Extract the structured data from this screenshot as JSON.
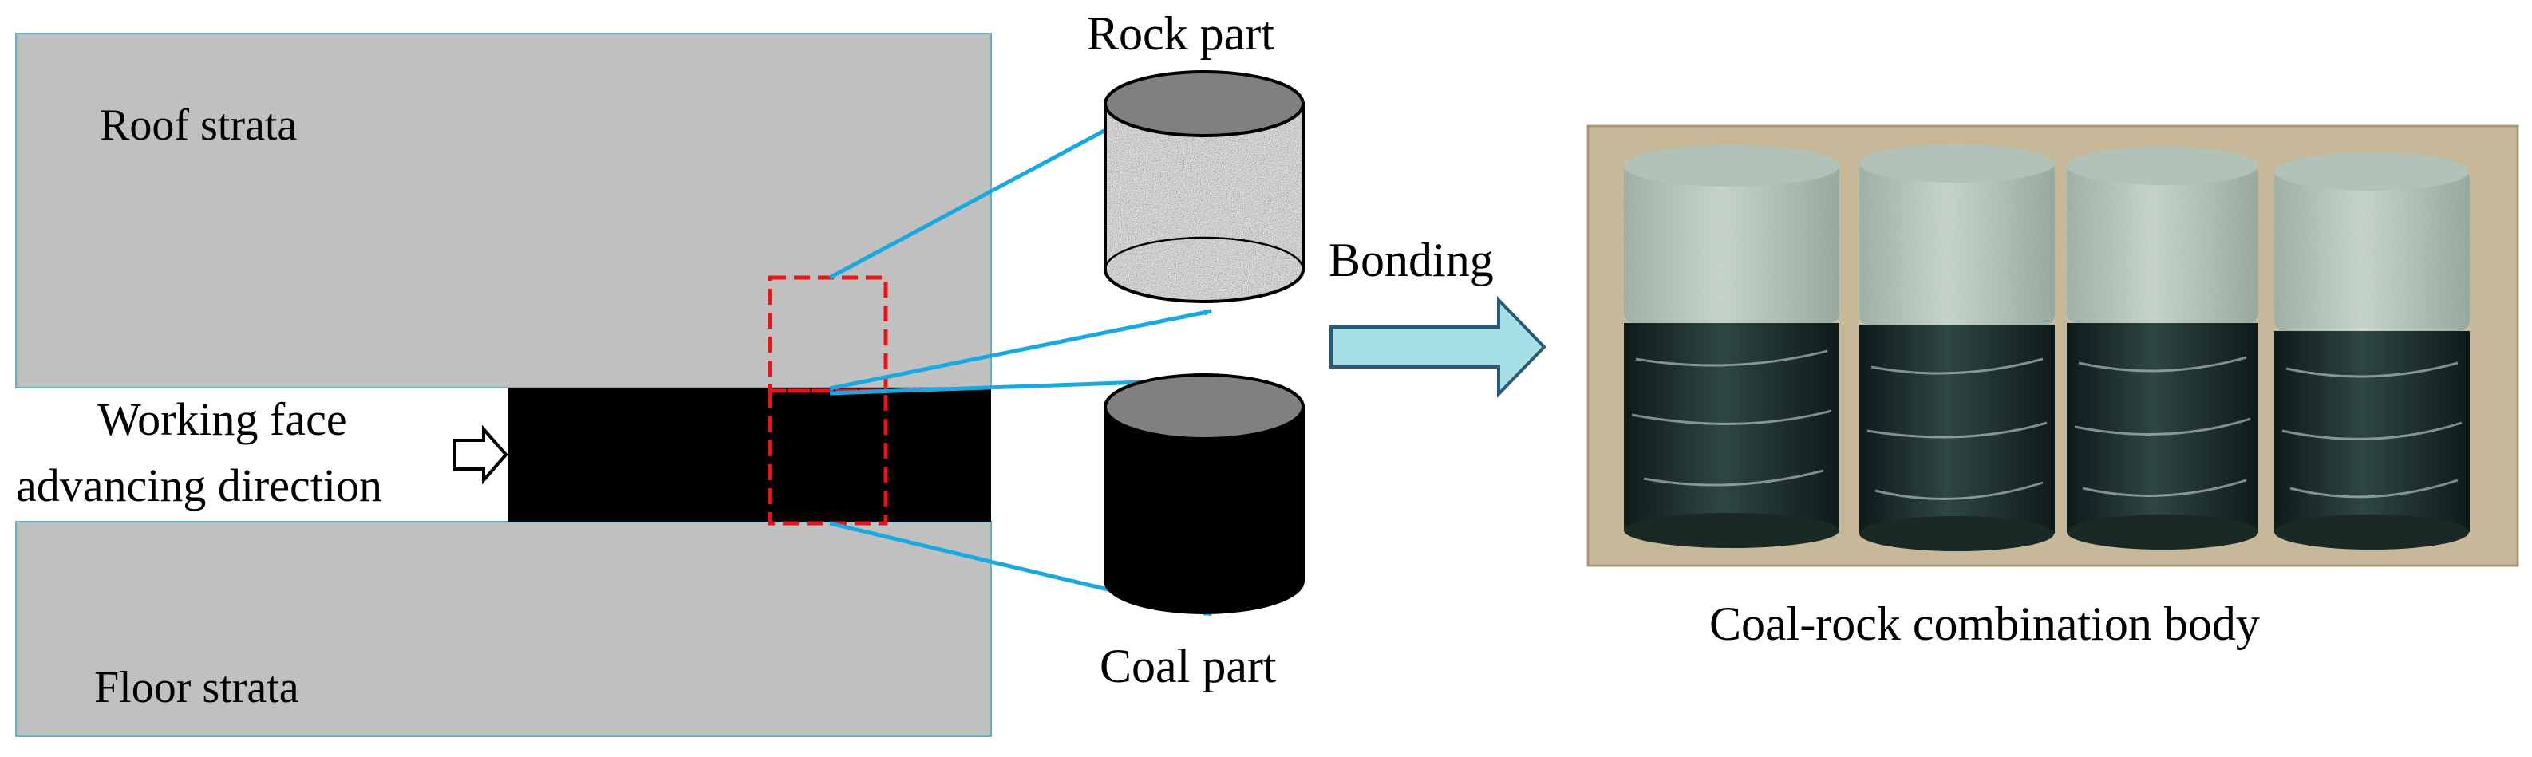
{
  "labels": {
    "roof_strata": "Roof strata",
    "floor_strata": "Floor strata",
    "working_face_line1": "Working face",
    "working_face_line2": "advancing direction",
    "rock_part": "Rock part",
    "coal_part": "Coal part",
    "bonding": "Bonding",
    "photo_caption": "Coal-rock combination body"
  },
  "colors": {
    "strata_fill": "#c0c0c0",
    "strata_border": "#66b0c8",
    "coal_seam": "#000000",
    "sampling_box": "#e8141c",
    "leader_arrow": "#1aa8e0",
    "bonding_arrow_fill": "#a6e0e6",
    "bonding_arrow_stroke": "#2b5a78",
    "cylinder_top": "#808080",
    "photo_background": "#c8b89a",
    "sample_rock": "#a8b8ae",
    "sample_coal": "#1c2c2a"
  },
  "icons": {
    "direction_arrow": "hollow-right-arrow-icon",
    "bonding_arrow": "block-right-arrow-icon"
  }
}
